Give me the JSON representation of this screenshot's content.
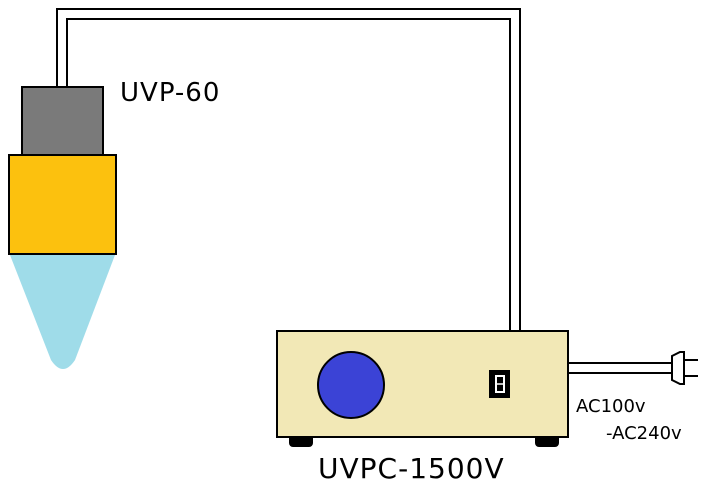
{
  "labels": {
    "probe": "UVP-60",
    "controller": "UVPC-1500V",
    "voltage_line1": "AC100v",
    "voltage_line2": "-AC240v"
  },
  "colors": {
    "probe_head": "#7a7a7a",
    "probe_body": "#fcc10e",
    "uv_beam": "#9fdce9",
    "controller_case": "#f2e8b6",
    "knob": "#3b43d6",
    "outline": "#000000"
  },
  "icons": {
    "plug": "power-plug-icon",
    "display": "digit-display-icon"
  }
}
